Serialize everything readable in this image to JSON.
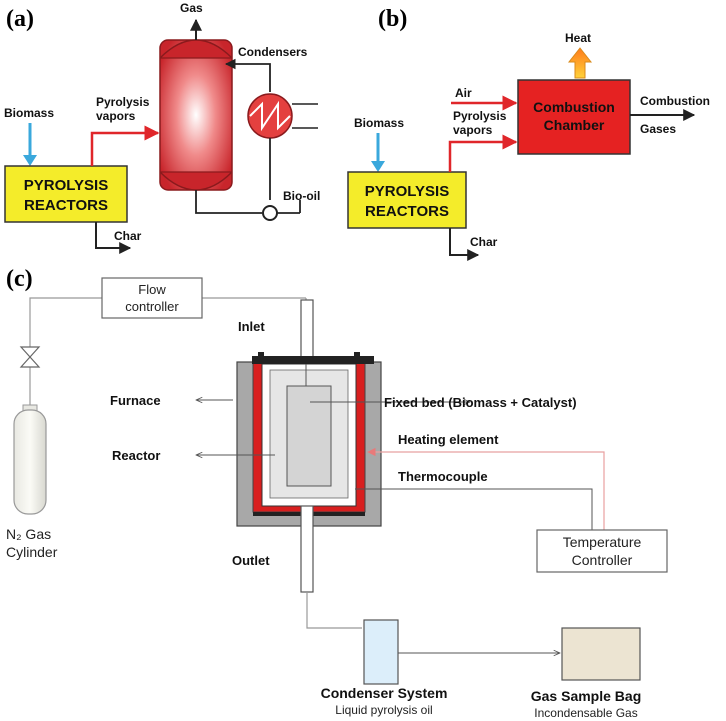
{
  "panel_a": {
    "tag": "(a)",
    "biomass": "Biomass",
    "reactors_line1": "PYROLYSIS",
    "reactors_line2": "REACTORS",
    "vapors_line1": "Pyrolysis",
    "vapors_line2": "vapors",
    "gas": "Gas",
    "condensers": "Condensers",
    "biooil": "Bio-oil",
    "char": "Char"
  },
  "panel_b": {
    "tag": "(b)",
    "biomass": "Biomass",
    "reactors_line1": "PYROLYSIS",
    "reactors_line2": "REACTORS",
    "air": "Air",
    "vapors_line1": "Pyrolysis",
    "vapors_line2": "vapors",
    "heat": "Heat",
    "chamber_line1": "Combustion",
    "chamber_line2": "Chamber",
    "out_line1": "Combustion",
    "out_line2": "Gases",
    "char": "Char"
  },
  "panel_c": {
    "tag": "(c)",
    "flow_line1": "Flow",
    "flow_line2": "controller",
    "inlet": "Inlet",
    "furnace": "Furnace",
    "reactor": "Reactor",
    "fixed_bed": "Fixed bed (Biomass + Catalyst)",
    "heating": "Heating element",
    "thermocouple": "Thermocouple",
    "n2_line1": "N₂ Gas",
    "n2_line2": "Cylinder",
    "outlet": "Outlet",
    "temp_line1": "Temperature",
    "temp_line2": "Controller",
    "condenser": "Condenser System",
    "condenser_sub": "Liquid pyrolysis oil",
    "bag": "Gas Sample Bag",
    "bag_sub": "Incondensable Gas"
  },
  "colors": {
    "reactor_box": "#f4ec2a",
    "vessel": "#c8252b",
    "chamber": "#e52222",
    "flow_red": "#e0262a",
    "biomass_arrow": "#3aa8dc",
    "furnace_red": "#d81f1f",
    "condenser_fill": "#dceefa",
    "bag_fill": "#ece4d2"
  }
}
